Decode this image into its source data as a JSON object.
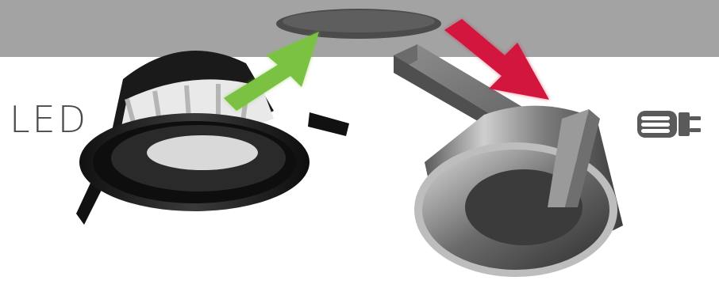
{
  "led_label": "LED",
  "colors": {
    "ceiling": "#a3a3a3",
    "replace_arrow": "#7cc242",
    "remove_arrow": "#d3163d",
    "label": "#4a4a4a"
  },
  "icons": [
    "ceiling-cutout",
    "led-downlight",
    "cfl-downlight",
    "install-arrow",
    "remove-arrow",
    "cfl-plug-lamp-icon"
  ]
}
